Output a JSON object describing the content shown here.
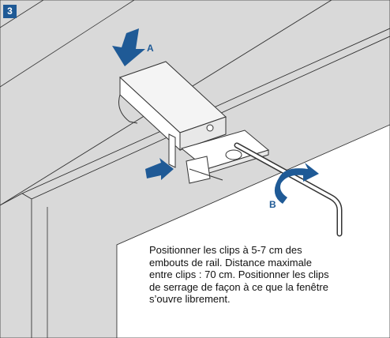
{
  "step": {
    "number": "3"
  },
  "callouts": {
    "a": "A",
    "b": "B"
  },
  "instruction": {
    "text": "Positionner les clips à 5-7 cm des\nembouts de rail. Distance maximale\nentre clips : 70 cm. Positionner les clips\nde serrage de façon à ce que la fenêtre\ns’ouvre librement."
  },
  "colors": {
    "accent": "#1f5a96",
    "panel": "#d9d9d9",
    "line": "#333333"
  }
}
